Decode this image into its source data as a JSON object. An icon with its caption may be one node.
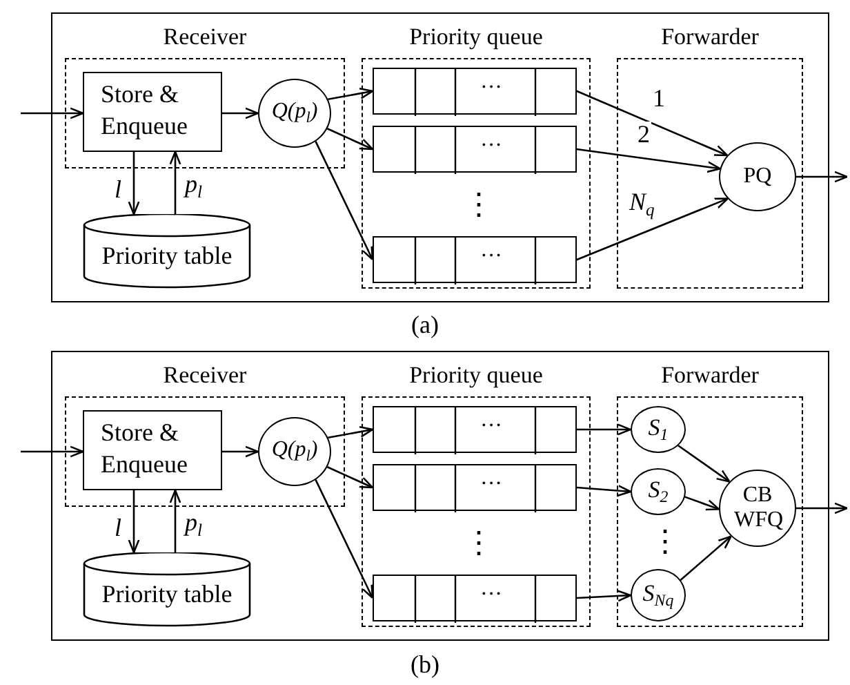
{
  "diagram": {
    "nodes": [
      {
        "text": [
          "Receiver"
        ]
      },
      {
        "text": [
          "Store & Enqueue"
        ],
        "in": 0
      },
      {
        "text": [
          "Q(p$_{l}$)"
        ],
        "in": 0
      },
      {
        "text": [
          "Priority table"
        ]
      },
      {
        "text": [
          "Priority queue"
        ]
      },
      {
        "text": [
          "···"
        ],
        "in": 4
      },
      {
        "text": [
          "···"
        ],
        "in": 4
      },
      {
        "text": [
          "···"
        ],
        "in": 4
      },
      {
        "text": [
          "Forwarder"
        ]
      },
      {
        "text": [
          "PQ"
        ],
        "in": 8
      },
      {
        "text": [
          "Receiver"
        ]
      },
      {
        "text": [
          "Store & Enqueue"
        ],
        "in": 10
      },
      {
        "text": [
          "Q(p$_{l}$)"
        ],
        "in": 10
      },
      {
        "text": [
          "Priority table"
        ]
      },
      {
        "text": [
          "Priority queue"
        ]
      },
      {
        "text": [
          "···"
        ],
        "in": 14
      },
      {
        "text": [
          "···"
        ],
        "in": 14
      },
      {
        "text": [
          "···"
        ],
        "in": 14
      },
      {
        "text": [
          "Forwarder"
        ]
      },
      {
        "text": [
          "S$_{1}$"
        ],
        "in": 18
      },
      {
        "text": [
          "S$_{2}$"
        ],
        "in": 18
      },
      {
        "text": [
          "S$_{Nq}$"
        ],
        "in": 18
      },
      {
        "text": [
          "CB WFQ"
        ],
        "in": 18
      }
    ],
    "edges": [
      {
        "from": null,
        "to": 1,
        "arrow": "to"
      },
      {
        "from": 1,
        "to": 2,
        "arrow": "to"
      },
      {
        "from": 1,
        "to": 3,
        "arrow": "to",
        "label": "l"
      },
      {
        "from": 3,
        "to": 1,
        "arrow": "to",
        "label": "p$_{l}$"
      },
      {
        "from": 2,
        "to": 5,
        "arrow": "to"
      },
      {
        "from": 2,
        "to": 6,
        "arrow": "to"
      },
      {
        "from": 2,
        "to": 7,
        "arrow": "to"
      },
      {
        "from": 5,
        "to": 9,
        "arrow": "to",
        "label": "1"
      },
      {
        "from": 6,
        "to": 9,
        "arrow": "to",
        "label": "2"
      },
      {
        "from": 7,
        "to": 9,
        "arrow": "to",
        "label": "N$_{q}$"
      },
      {
        "from": 9,
        "to": null,
        "arrow": "to"
      },
      {
        "from": null,
        "to": 11,
        "arrow": "to"
      },
      {
        "from": 11,
        "to": 12,
        "arrow": "to"
      },
      {
        "from": 11,
        "to": 13,
        "arrow": "to",
        "label": "l"
      },
      {
        "from": 13,
        "to": 11,
        "arrow": "to",
        "label": "p$_{l}$"
      },
      {
        "from": 12,
        "to": 15,
        "arrow": "to"
      },
      {
        "from": 12,
        "to": 16,
        "arrow": "to"
      },
      {
        "from": 12,
        "to": 17,
        "arrow": "to"
      },
      {
        "from": 15,
        "to": 19,
        "arrow": "to"
      },
      {
        "from": 16,
        "to": 20,
        "arrow": "to"
      },
      {
        "from": 17,
        "to": 21,
        "arrow": "to"
      },
      {
        "from": 19,
        "to": 22,
        "arrow": "to"
      },
      {
        "from": 20,
        "to": 22,
        "arrow": "to"
      },
      {
        "from": 21,
        "to": 22,
        "arrow": "to"
      },
      {
        "from": 22,
        "to": null,
        "arrow": "to"
      }
    ],
    "labels": [
      "⋮",
      "(a)",
      "⋮",
      "⋮",
      "(b)"
    ]
  }
}
